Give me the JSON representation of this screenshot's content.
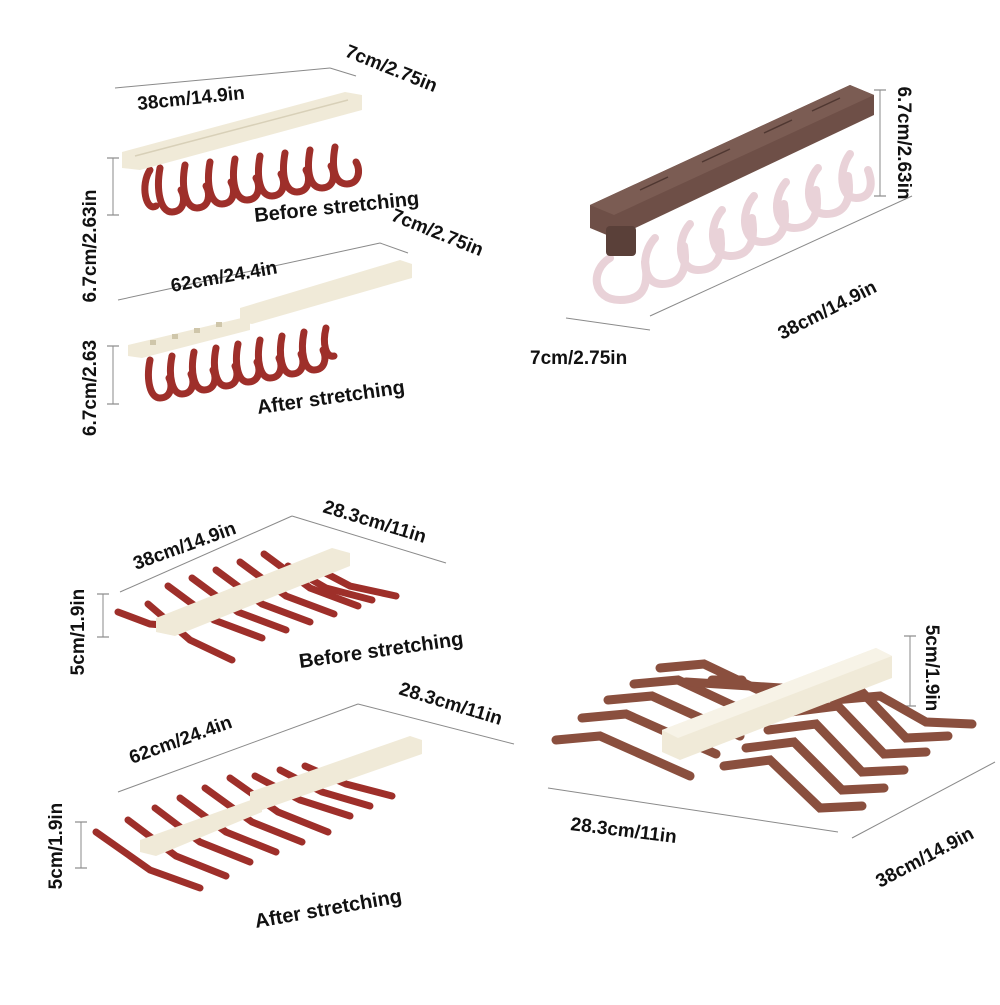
{
  "colors": {
    "hook_red": "#9e2f2a",
    "hook_brown": "#8a4f3e",
    "hook_pink": "#e9d2d8",
    "base_cream": "#f0ead8",
    "base_brown": "#6e4f47"
  },
  "panels": {
    "tie_before": {
      "length_label": "38cm/14.9in",
      "depth_label": "7cm/2.75in",
      "height_label": "6.7cm/2.63in",
      "caption": "Before stretching"
    },
    "tie_after": {
      "length_label": "62cm/24.4in",
      "depth_label": "7cm/2.75in",
      "height_label": "6.7cm/2.63",
      "caption": "After stretching"
    },
    "tie_brown": {
      "height_label": "6.7cm/2.63in",
      "length_label": "38cm/14.9in",
      "depth_label": "7cm/2.75in"
    },
    "belt_before": {
      "length_label": "38cm/14.9in",
      "depth_label": "28.3cm/11in",
      "height_label": "5cm/1.9in",
      "caption": "Before stretching"
    },
    "belt_after": {
      "length_label": "62cm/24.4in",
      "depth_label": "28.3cm/11in",
      "height_label": "5cm/1.9in",
      "caption": "After stretching"
    },
    "belt_brown": {
      "height_label": "5cm/1.9in",
      "depth_label": "28.3cm/11in",
      "length_label": "38cm/14.9in"
    }
  }
}
